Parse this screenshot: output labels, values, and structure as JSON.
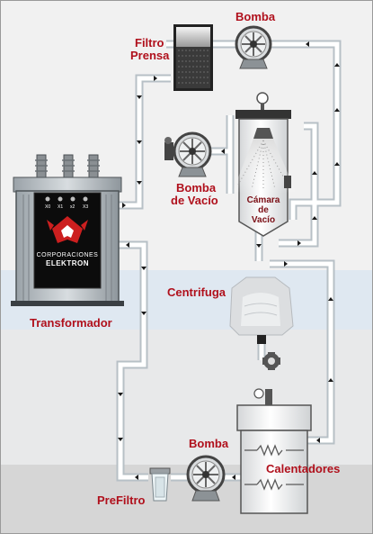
{
  "labels": {
    "filtro_prensa_line1": "Filtro",
    "filtro_prensa_line2": "Prensa",
    "bomba_top": "Bomba",
    "bomba_vacio_line1": "Bomba",
    "bomba_vacio_line2": "de Vacío",
    "camara_line1": "Cámara",
    "camara_line2": "de",
    "camara_line3": "Vacío",
    "transformador": "Transformador",
    "centrifuga": "Centrifuga",
    "bomba_bottom": "Bomba",
    "calentadores": "Calentadores",
    "prefiltro": "PreFiltro"
  },
  "transformer": {
    "logo_line1": "CORPORACIONES",
    "logo_line2": "ELEKTRON",
    "terminals": [
      "X0",
      "X1",
      "x2",
      "X3"
    ]
  },
  "colors": {
    "label_red": "#b0101c",
    "pipe_fill": "#ffffff",
    "pipe_border": "#b9c2c8",
    "band_light": "#f0f0f0",
    "band_blue": "#dfe9f2",
    "band_mid": "#e9eaeb",
    "band_dark": "#d7d7d7"
  }
}
